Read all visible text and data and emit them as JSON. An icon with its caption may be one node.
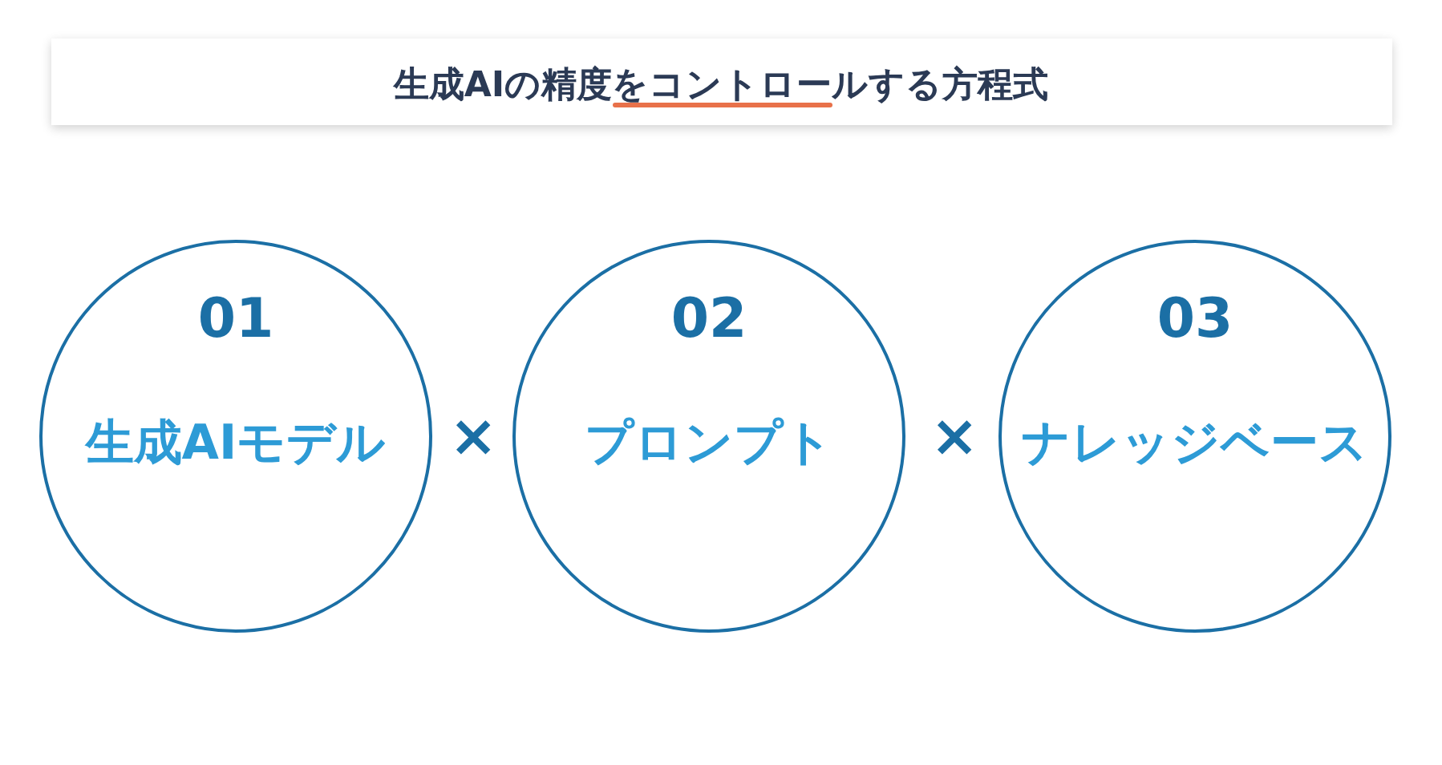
{
  "diagram": {
    "title": "生成AIの精度をコントロールする方程式",
    "nodes": [
      {
        "text": [
          "01",
          "生成AIモデル"
        ]
      },
      {
        "text": [
          "02",
          "プロンプト"
        ]
      },
      {
        "text": [
          "03",
          "ナレッジベース"
        ]
      }
    ],
    "labels": [
      "×",
      "×"
    ]
  }
}
